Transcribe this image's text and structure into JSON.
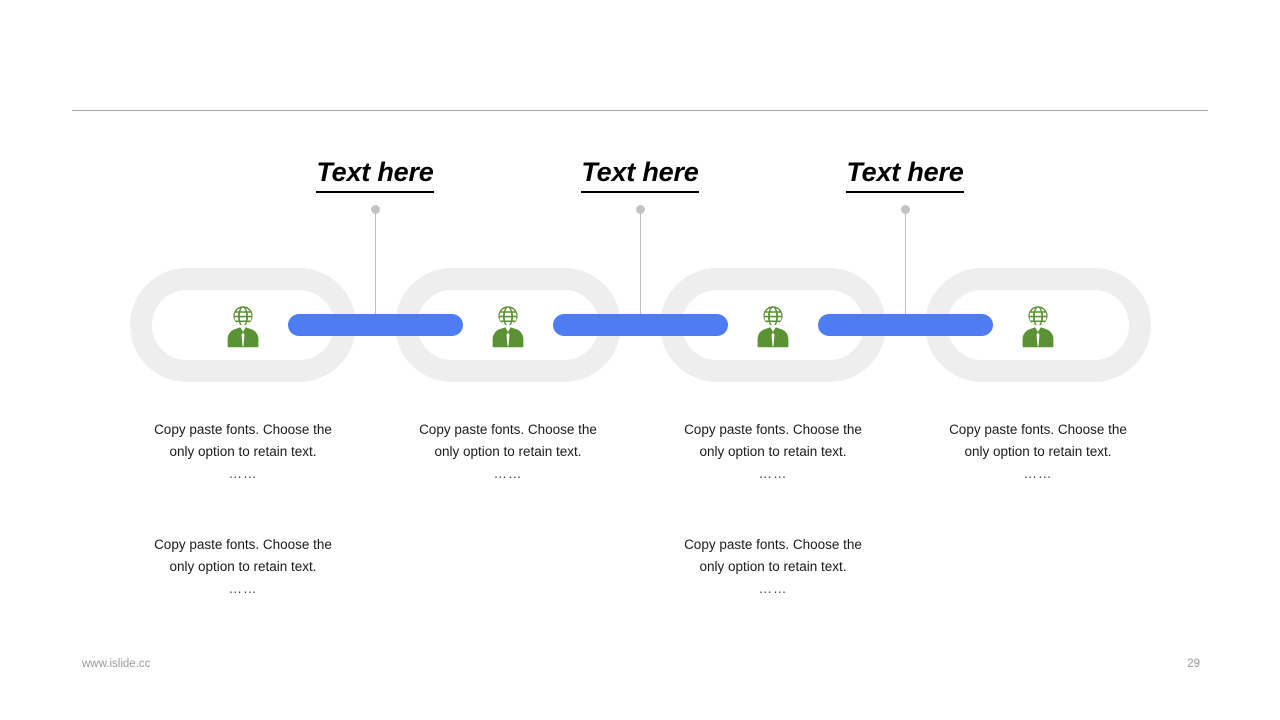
{
  "slide": {
    "page_number": "29",
    "footer_url": "www.islide.cc",
    "background_color": "#ffffff",
    "accent_color": "#4d7cf3",
    "icon_color": "#5b9234",
    "link_color": "#eeeeee",
    "divider_color": "#a6a6a6"
  },
  "headings": [
    {
      "label": "Text here"
    },
    {
      "label": "Text here"
    },
    {
      "label": "Text here"
    }
  ],
  "chain": {
    "links": [
      {
        "icon": "businessman-globe-icon"
      },
      {
        "icon": "businessman-globe-icon"
      },
      {
        "icon": "businessman-globe-icon"
      },
      {
        "icon": "businessman-globe-icon"
      }
    ],
    "connector_bars": [
      {
        "name": "connector-bar"
      },
      {
        "name": "connector-bar"
      },
      {
        "name": "connector-bar"
      }
    ]
  },
  "body_rows": [
    {
      "blocks": [
        {
          "line1": "Copy paste fonts. Choose the",
          "line2": "only option to retain text.",
          "dots": "……"
        },
        {
          "line1": "Copy paste fonts. Choose the",
          "line2": "only option to retain text.",
          "dots": "……"
        },
        {
          "line1": "Copy paste fonts. Choose the",
          "line2": "only option to retain text.",
          "dots": "……"
        },
        {
          "line1": "Copy paste fonts. Choose the",
          "line2": "only option to retain text.",
          "dots": "……"
        }
      ]
    },
    {
      "blocks": [
        {
          "line1": "Copy paste fonts. Choose the",
          "line2": "only option to retain text.",
          "dots": "……"
        },
        {
          "line1": "Copy paste fonts. Choose the",
          "line2": "only option to retain text.",
          "dots": "……"
        }
      ]
    }
  ]
}
